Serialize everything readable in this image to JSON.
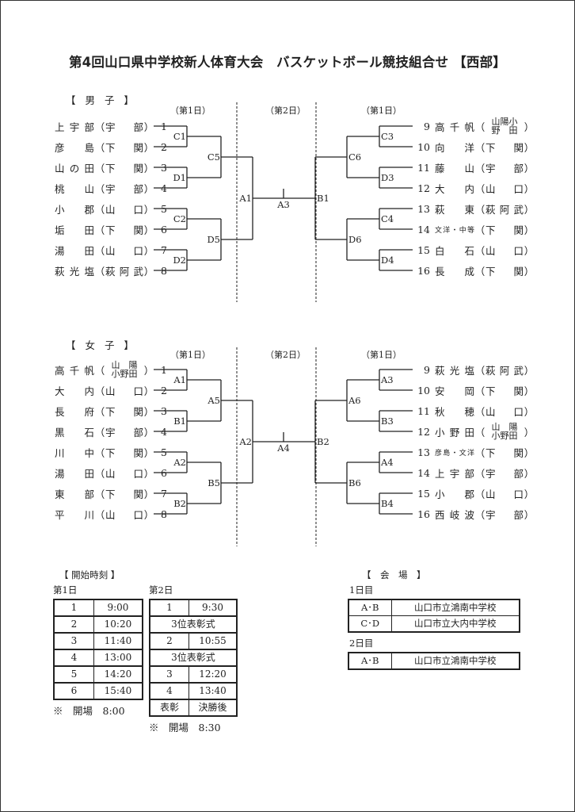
{
  "title": "第4回山口県中学校新人体育大会　バスケットボール競技組合せ 【西部】",
  "day_labels": [
    "（第1日）",
    "（第2日）",
    "（第1日）"
  ],
  "boys": {
    "header": "【 男 子 】",
    "left": [
      {
        "seed": "1",
        "name": "上宇部",
        "city": "宇部"
      },
      {
        "seed": "2",
        "name": "彦島",
        "city": "下関"
      },
      {
        "seed": "3",
        "name": "山の田",
        "city": "下関"
      },
      {
        "seed": "4",
        "name": "桃山",
        "city": "宇部"
      },
      {
        "seed": "5",
        "name": "小郡",
        "city": "山口"
      },
      {
        "seed": "6",
        "name": "垢田",
        "city": "下関"
      },
      {
        "seed": "7",
        "name": "湯田",
        "city": "山口"
      },
      {
        "seed": "8",
        "name": "萩光塩",
        "city": "萩阿武"
      }
    ],
    "right": [
      {
        "seed": "9",
        "name": "高千帆",
        "city": "山陽小\n野　田"
      },
      {
        "seed": "10",
        "name": "向洋",
        "city": "下関"
      },
      {
        "seed": "11",
        "name": "藤山",
        "city": "宇部"
      },
      {
        "seed": "12",
        "name": "大内",
        "city": "山口"
      },
      {
        "seed": "13",
        "name": "萩東",
        "city": "萩阿武"
      },
      {
        "seed": "14",
        "name": "文洋・中等",
        "city": "下関"
      },
      {
        "seed": "15",
        "name": "白石",
        "city": "山口"
      },
      {
        "seed": "16",
        "name": "長成",
        "city": "下関"
      }
    ],
    "labels": {
      "r1_left": [
        "C1",
        "D1",
        "C2",
        "D2"
      ],
      "r2_left": [
        "C5",
        "D5"
      ],
      "semi_left": "A1",
      "final": "A3",
      "semi_right": "B1",
      "r2_right": [
        "C6",
        "D6"
      ],
      "r1_right": [
        "C3",
        "D3",
        "C4",
        "D4"
      ]
    }
  },
  "girls": {
    "header": "【 女 子 】",
    "left": [
      {
        "seed": "1",
        "name": "高千帆",
        "city": "山　陽\n小野田"
      },
      {
        "seed": "2",
        "name": "大内",
        "city": "山口"
      },
      {
        "seed": "3",
        "name": "長府",
        "city": "下関"
      },
      {
        "seed": "4",
        "name": "黒石",
        "city": "宇部"
      },
      {
        "seed": "5",
        "name": "川中",
        "city": "下関"
      },
      {
        "seed": "6",
        "name": "湯田",
        "city": "山口"
      },
      {
        "seed": "7",
        "name": "東部",
        "city": "下関"
      },
      {
        "seed": "8",
        "name": "平川",
        "city": "山口"
      }
    ],
    "right": [
      {
        "seed": "9",
        "name": "萩光塩",
        "city": "萩阿武"
      },
      {
        "seed": "10",
        "name": "安岡",
        "city": "下関"
      },
      {
        "seed": "11",
        "name": "秋穂",
        "city": "山口"
      },
      {
        "seed": "12",
        "name": "小野田",
        "city": "山　陽\n小野田"
      },
      {
        "seed": "13",
        "name": "彦島・文洋",
        "city": "下関"
      },
      {
        "seed": "14",
        "name": "上宇部",
        "city": "宇部"
      },
      {
        "seed": "15",
        "name": "小郡",
        "city": "山口"
      },
      {
        "seed": "16",
        "name": "西岐波",
        "city": "宇部"
      }
    ],
    "labels": {
      "r1_left": [
        "A1",
        "B1",
        "A2",
        "B2"
      ],
      "r2_left": [
        "A5",
        "B5"
      ],
      "semi_left": "A2",
      "final": "A4",
      "semi_right": "B2",
      "r2_right": [
        "A6",
        "B6"
      ],
      "r1_right": [
        "A3",
        "B3",
        "A4",
        "B4"
      ]
    }
  },
  "schedule": {
    "header": "【 開始時刻 】",
    "day1": {
      "label": "第1日",
      "rows": [
        [
          "1",
          "9:00"
        ],
        [
          "2",
          "10:20"
        ],
        [
          "3",
          "11:40"
        ],
        [
          "4",
          "13:00"
        ],
        [
          "5",
          "14:20"
        ],
        [
          "6",
          "15:40"
        ]
      ],
      "note": "※　開場　8:00"
    },
    "day2": {
      "label": "第2日",
      "rows": [
        [
          "1",
          "9:30"
        ],
        [
          "3位表彰式"
        ],
        [
          "2",
          "10:55"
        ],
        [
          "3位表彰式"
        ],
        [
          "3",
          "12:20"
        ],
        [
          "4",
          "13:40"
        ],
        [
          "表彰",
          "決勝後"
        ]
      ],
      "note": "※　開場　8:30"
    }
  },
  "venue": {
    "header": "【　会　場　】",
    "day1_label": "1日目",
    "day1": [
      [
        "A･B",
        "山口市立鴻南中学校"
      ],
      [
        "C･D",
        "山口市立大内中学校"
      ]
    ],
    "day2_label": "2日目",
    "day2": [
      [
        "A･B",
        "山口市立鴻南中学校"
      ]
    ]
  }
}
